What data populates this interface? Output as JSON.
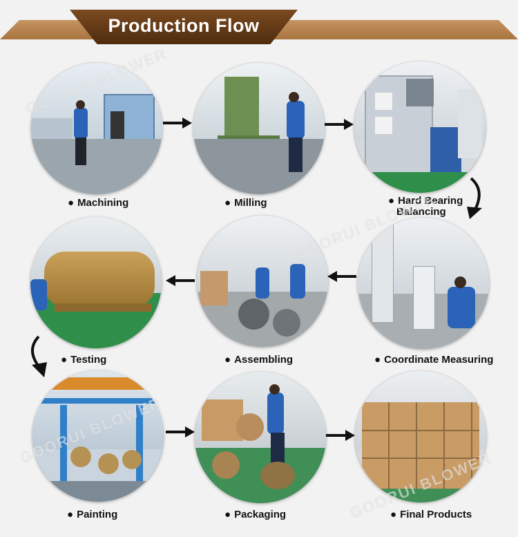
{
  "header": {
    "title": "Production Flow"
  },
  "watermark": "GOORUI BLOWER",
  "steps": [
    {
      "label": "Machining"
    },
    {
      "label": "Milling"
    },
    {
      "label_line1": "Hard Bearing",
      "label_line2": "Balancing"
    },
    {
      "label": "Coordinate Measuring"
    },
    {
      "label": "Assembling"
    },
    {
      "label": "Testing"
    },
    {
      "label": "Painting"
    },
    {
      "label": "Packaging"
    },
    {
      "label": "Final Products"
    }
  ],
  "colors": {
    "banner_dark": "#5a3414",
    "banner_light": "#b88450",
    "worker_blue": "#2a63b8",
    "floor_green": "#2f8f4a"
  }
}
